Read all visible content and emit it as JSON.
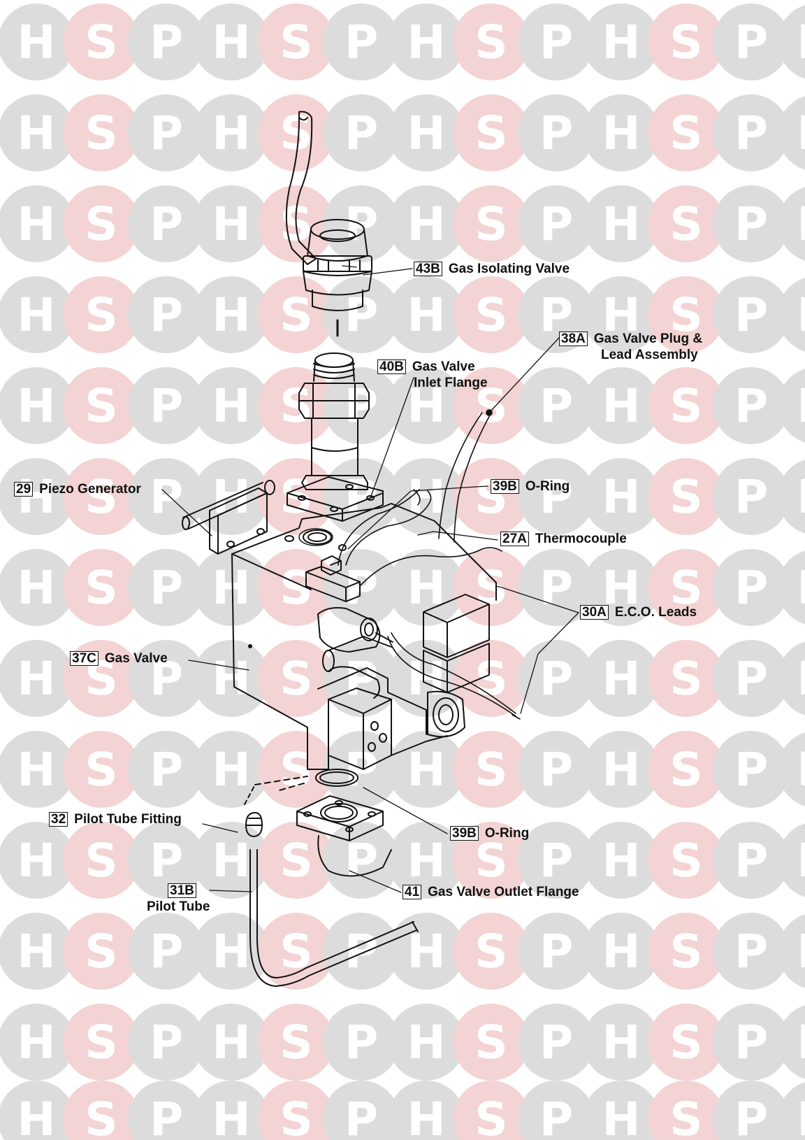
{
  "watermark": {
    "letters": [
      "H",
      "S",
      "P"
    ],
    "colors": {
      "H": "#dcdcdc",
      "S": "#f3d3d3",
      "P": "#dcdcdc"
    }
  },
  "callouts": {
    "gas_isolating_valve": {
      "code": "43B",
      "name": "Gas Isolating Valve"
    },
    "gas_valve_plug_lead": {
      "code": "38A",
      "name": "Gas Valve Plug &",
      "name2": "Lead Assembly"
    },
    "gas_valve_inlet_flange": {
      "code": "40B",
      "name": "Gas Valve",
      "name2": "Inlet Flange"
    },
    "piezo_generator": {
      "code": "29",
      "name": "Piezo Generator"
    },
    "o_ring_upper": {
      "code": "39B",
      "name": "O-Ring"
    },
    "thermocouple": {
      "code": "27A",
      "name": "Thermocouple"
    },
    "eco_leads": {
      "code": "30A",
      "name": "E.C.O. Leads"
    },
    "gas_valve": {
      "code": "37C",
      "name": "Gas Valve"
    },
    "pilot_tube_fitting": {
      "code": "32",
      "name": "Pilot Tube Fitting"
    },
    "o_ring_lower": {
      "code": "39B",
      "name": "O-Ring"
    },
    "pilot_tube": {
      "code": "31B",
      "name2": "Pilot Tube"
    },
    "gas_valve_outlet_flange": {
      "code": "41",
      "name": "Gas Valve Outlet Flange"
    }
  }
}
